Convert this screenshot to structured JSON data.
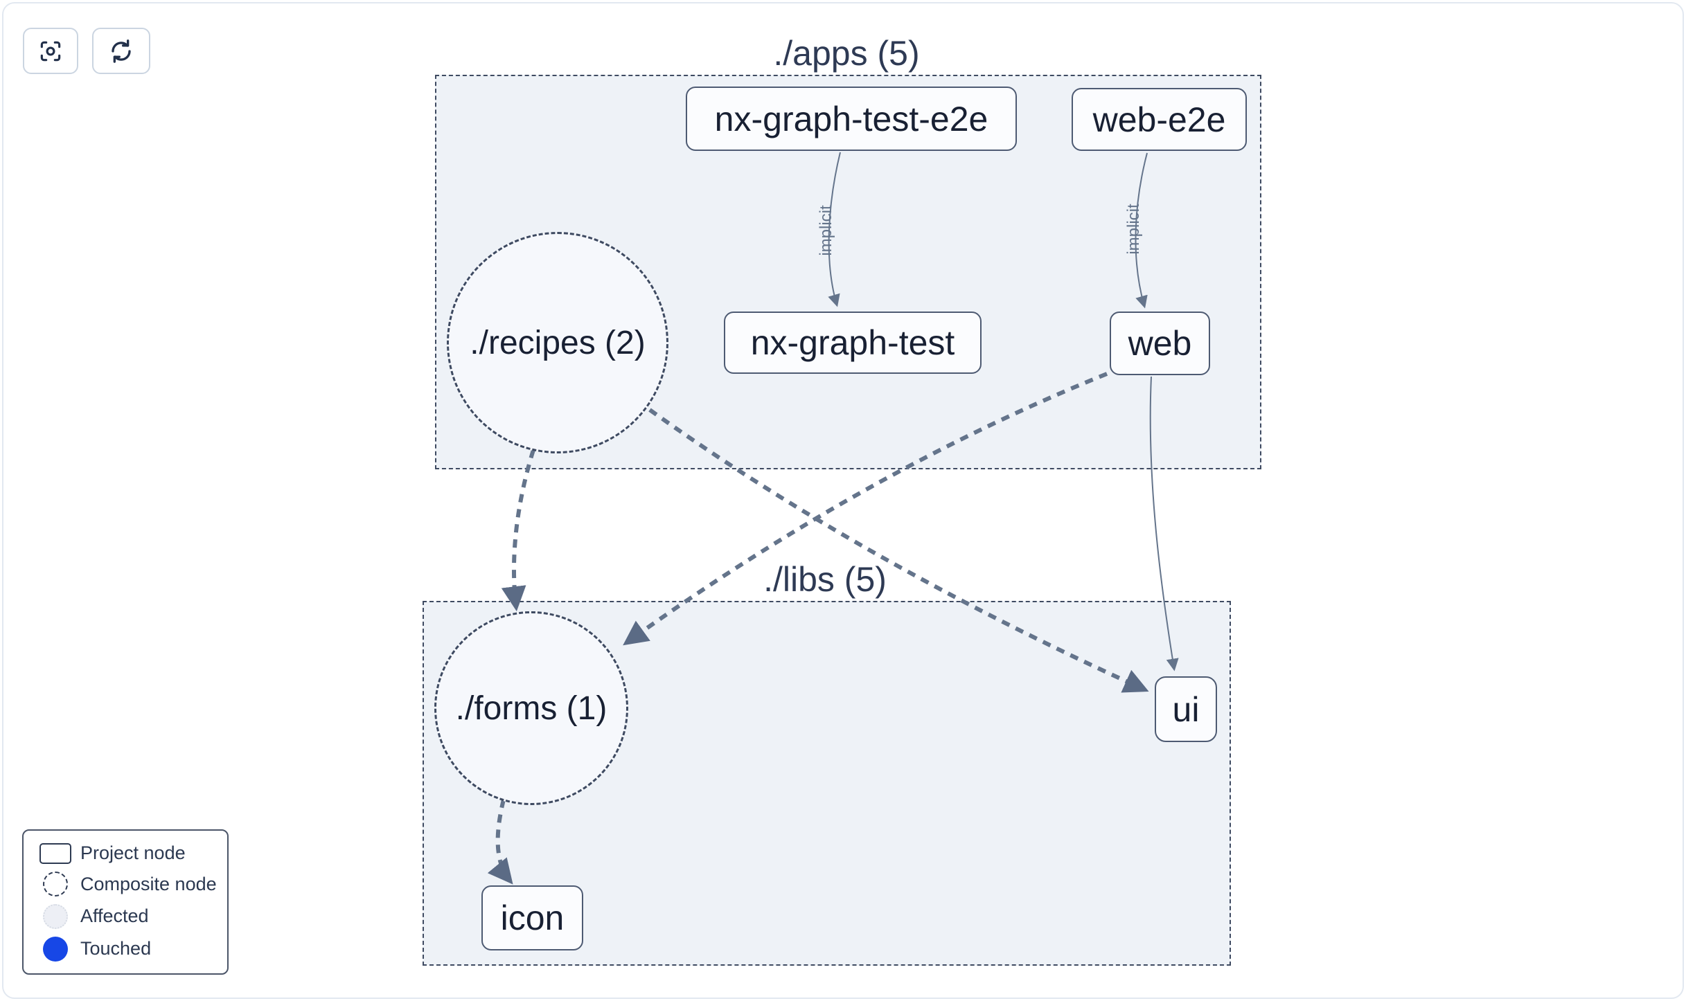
{
  "toolbar": {
    "focus_button": {
      "icon": "focus-icon"
    },
    "refresh_button": {
      "icon": "refresh-icon"
    }
  },
  "graph": {
    "groups": [
      {
        "id": "apps",
        "label": "./apps (5)"
      },
      {
        "id": "libs",
        "label": "./libs (5)"
      }
    ],
    "project_nodes": [
      {
        "id": "nx-graph-test-e2e",
        "label": "nx-graph-test-e2e",
        "group": "apps"
      },
      {
        "id": "web-e2e",
        "label": "web-e2e",
        "group": "apps"
      },
      {
        "id": "nx-graph-test",
        "label": "nx-graph-test",
        "group": "apps"
      },
      {
        "id": "web",
        "label": "web",
        "group": "apps"
      },
      {
        "id": "ui",
        "label": "ui",
        "group": "libs"
      },
      {
        "id": "icon",
        "label": "icon",
        "group": "libs"
      }
    ],
    "composite_nodes": [
      {
        "id": "recipes",
        "label": "./recipes (2)",
        "group": "apps"
      },
      {
        "id": "forms",
        "label": "./forms (1)",
        "group": "libs"
      }
    ],
    "edges": [
      {
        "from": "nx-graph-test-e2e",
        "to": "nx-graph-test",
        "label": "implicit",
        "style": "solid-thin"
      },
      {
        "from": "web-e2e",
        "to": "web",
        "label": "implicit",
        "style": "solid-thin"
      },
      {
        "from": "recipes",
        "to": "forms",
        "label": "",
        "style": "dashed-thick"
      },
      {
        "from": "recipes",
        "to": "ui",
        "label": "",
        "style": "dashed-thick"
      },
      {
        "from": "web",
        "to": "forms",
        "label": "",
        "style": "dashed-thick"
      },
      {
        "from": "web",
        "to": "ui",
        "label": "",
        "style": "solid-thin"
      },
      {
        "from": "forms",
        "to": "icon",
        "label": "",
        "style": "dashed-thick"
      }
    ]
  },
  "legend": {
    "items": [
      {
        "label": "Project node",
        "swatch": "project-rect"
      },
      {
        "label": "Composite node",
        "swatch": "composite-circle"
      },
      {
        "label": "Affected",
        "swatch": "affected-circle"
      },
      {
        "label": "Touched",
        "swatch": "touched-circle"
      }
    ]
  },
  "colors": {
    "touched_blue": "#1747e6",
    "edge": "#64748b",
    "node_border": "#4d5a72",
    "group_fill": "#eef2f7",
    "group_border": "#3e4a61",
    "text_dark": "#182033"
  }
}
